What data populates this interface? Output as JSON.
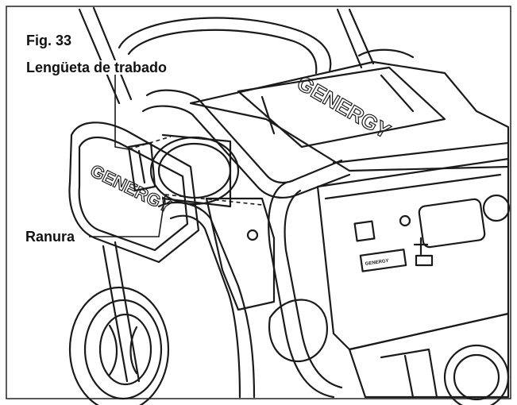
{
  "figure": {
    "number_label": "Fig. 33",
    "callouts": {
      "tab": "Lengüeta de trabado",
      "slot": "Ranura"
    },
    "brand_marks": [
      "GENERGY",
      "GENERGY",
      "GENERGY"
    ],
    "colors": {
      "line": "#1a1a1a",
      "background": "#ffffff",
      "frame": "#222222"
    }
  }
}
